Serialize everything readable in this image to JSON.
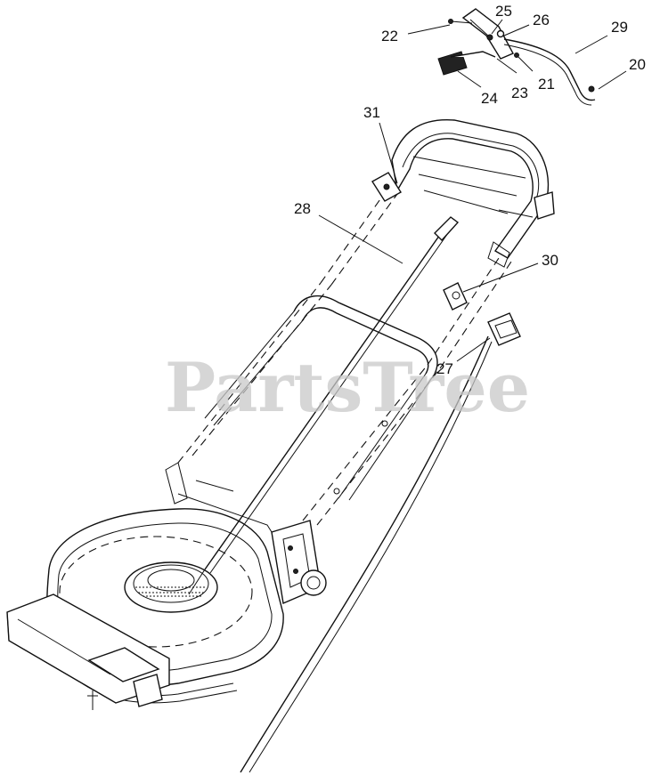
{
  "watermark": {
    "text": "PartsTree"
  },
  "callouts": [
    {
      "id": "20",
      "label": "20"
    },
    {
      "id": "21",
      "label": "21"
    },
    {
      "id": "22",
      "label": "22"
    },
    {
      "id": "23",
      "label": "23"
    },
    {
      "id": "24",
      "label": "24"
    },
    {
      "id": "25",
      "label": "25"
    },
    {
      "id": "26",
      "label": "26"
    },
    {
      "id": "27",
      "label": "27"
    },
    {
      "id": "28",
      "label": "28"
    },
    {
      "id": "29",
      "label": "29"
    },
    {
      "id": "30",
      "label": "30"
    },
    {
      "id": "31",
      "label": "31"
    }
  ],
  "colors": {
    "line": "#111111",
    "background": "#ffffff",
    "watermark": "#c9c9c9"
  }
}
